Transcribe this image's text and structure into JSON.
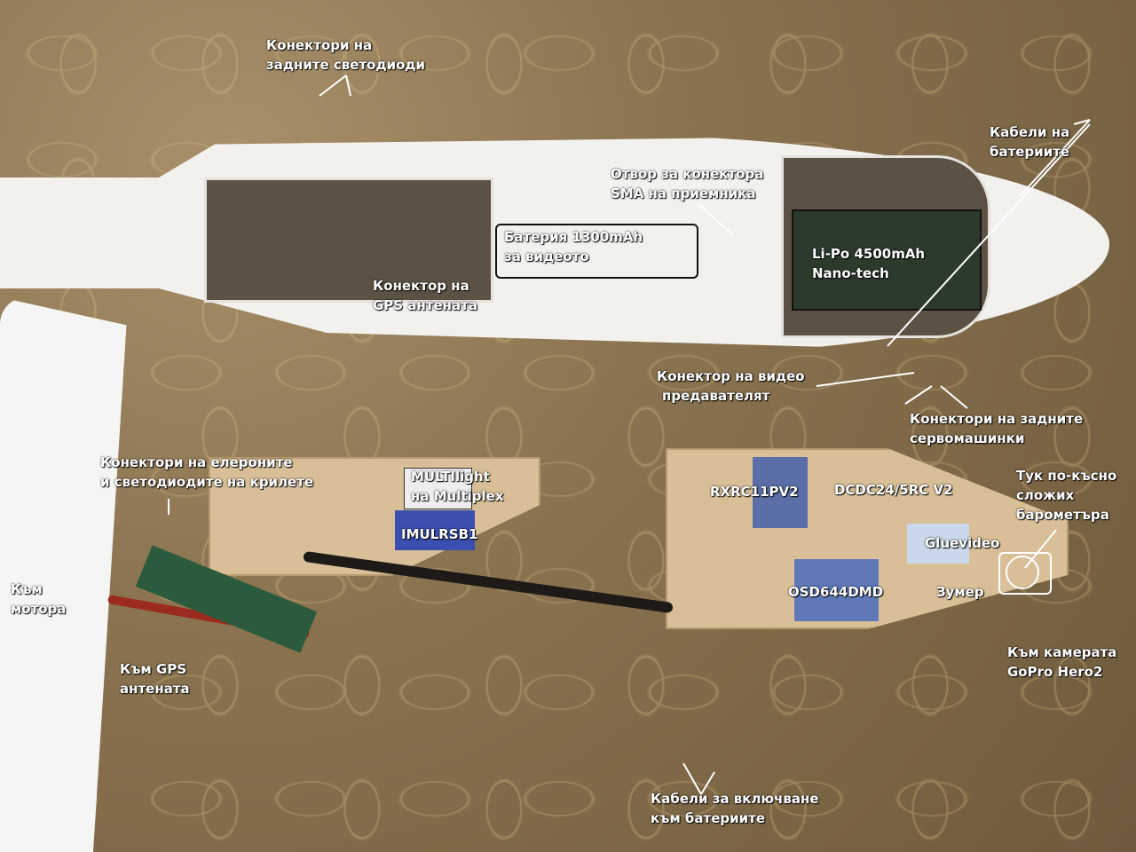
{
  "labels": {
    "rear_led_connectors": [
      "Конектори на",
      "задните светодиоди"
    ],
    "sma_hole": [
      "Отвор за конектора",
      "SMA на приемника"
    ],
    "battery_cables_top": [
      "Кабели на",
      "батериите"
    ],
    "video_battery": [
      "Батерия 1300mAh",
      "за видеото"
    ],
    "lipo": [
      "Li-Po 4500mAh",
      "Nano-tech"
    ],
    "gps_connector": [
      "Конектор на",
      "GPS антената"
    ],
    "video_tx_connector": [
      "Конектор на видео",
      "предавателят"
    ],
    "rear_servo_connectors": [
      "Конектори на задните",
      "сервомашинки"
    ],
    "aileron_connectors": [
      "Конектори на елероните",
      "и светодиодите на крилете"
    ],
    "multilight": [
      "MULTIlight",
      "на Multiplex"
    ],
    "imu": "IMULRSB1",
    "rxrc": "RXRC11PV2",
    "dcdc": "DCDC24/5RC V2",
    "barometer": [
      "Тук по-късно",
      "сложих",
      "барометъра"
    ],
    "gluevideo": "Gluevideo",
    "osd": "OSD644DMD",
    "buzzer": "Зумер",
    "to_motor": [
      "Към",
      "мотора"
    ],
    "to_gps": [
      "Към GPS",
      "антената"
    ],
    "to_camera": [
      "Към камерата",
      "GoPro Hero2"
    ],
    "battery_switch_cables": [
      "Кабели за включване",
      "към батериите"
    ]
  }
}
